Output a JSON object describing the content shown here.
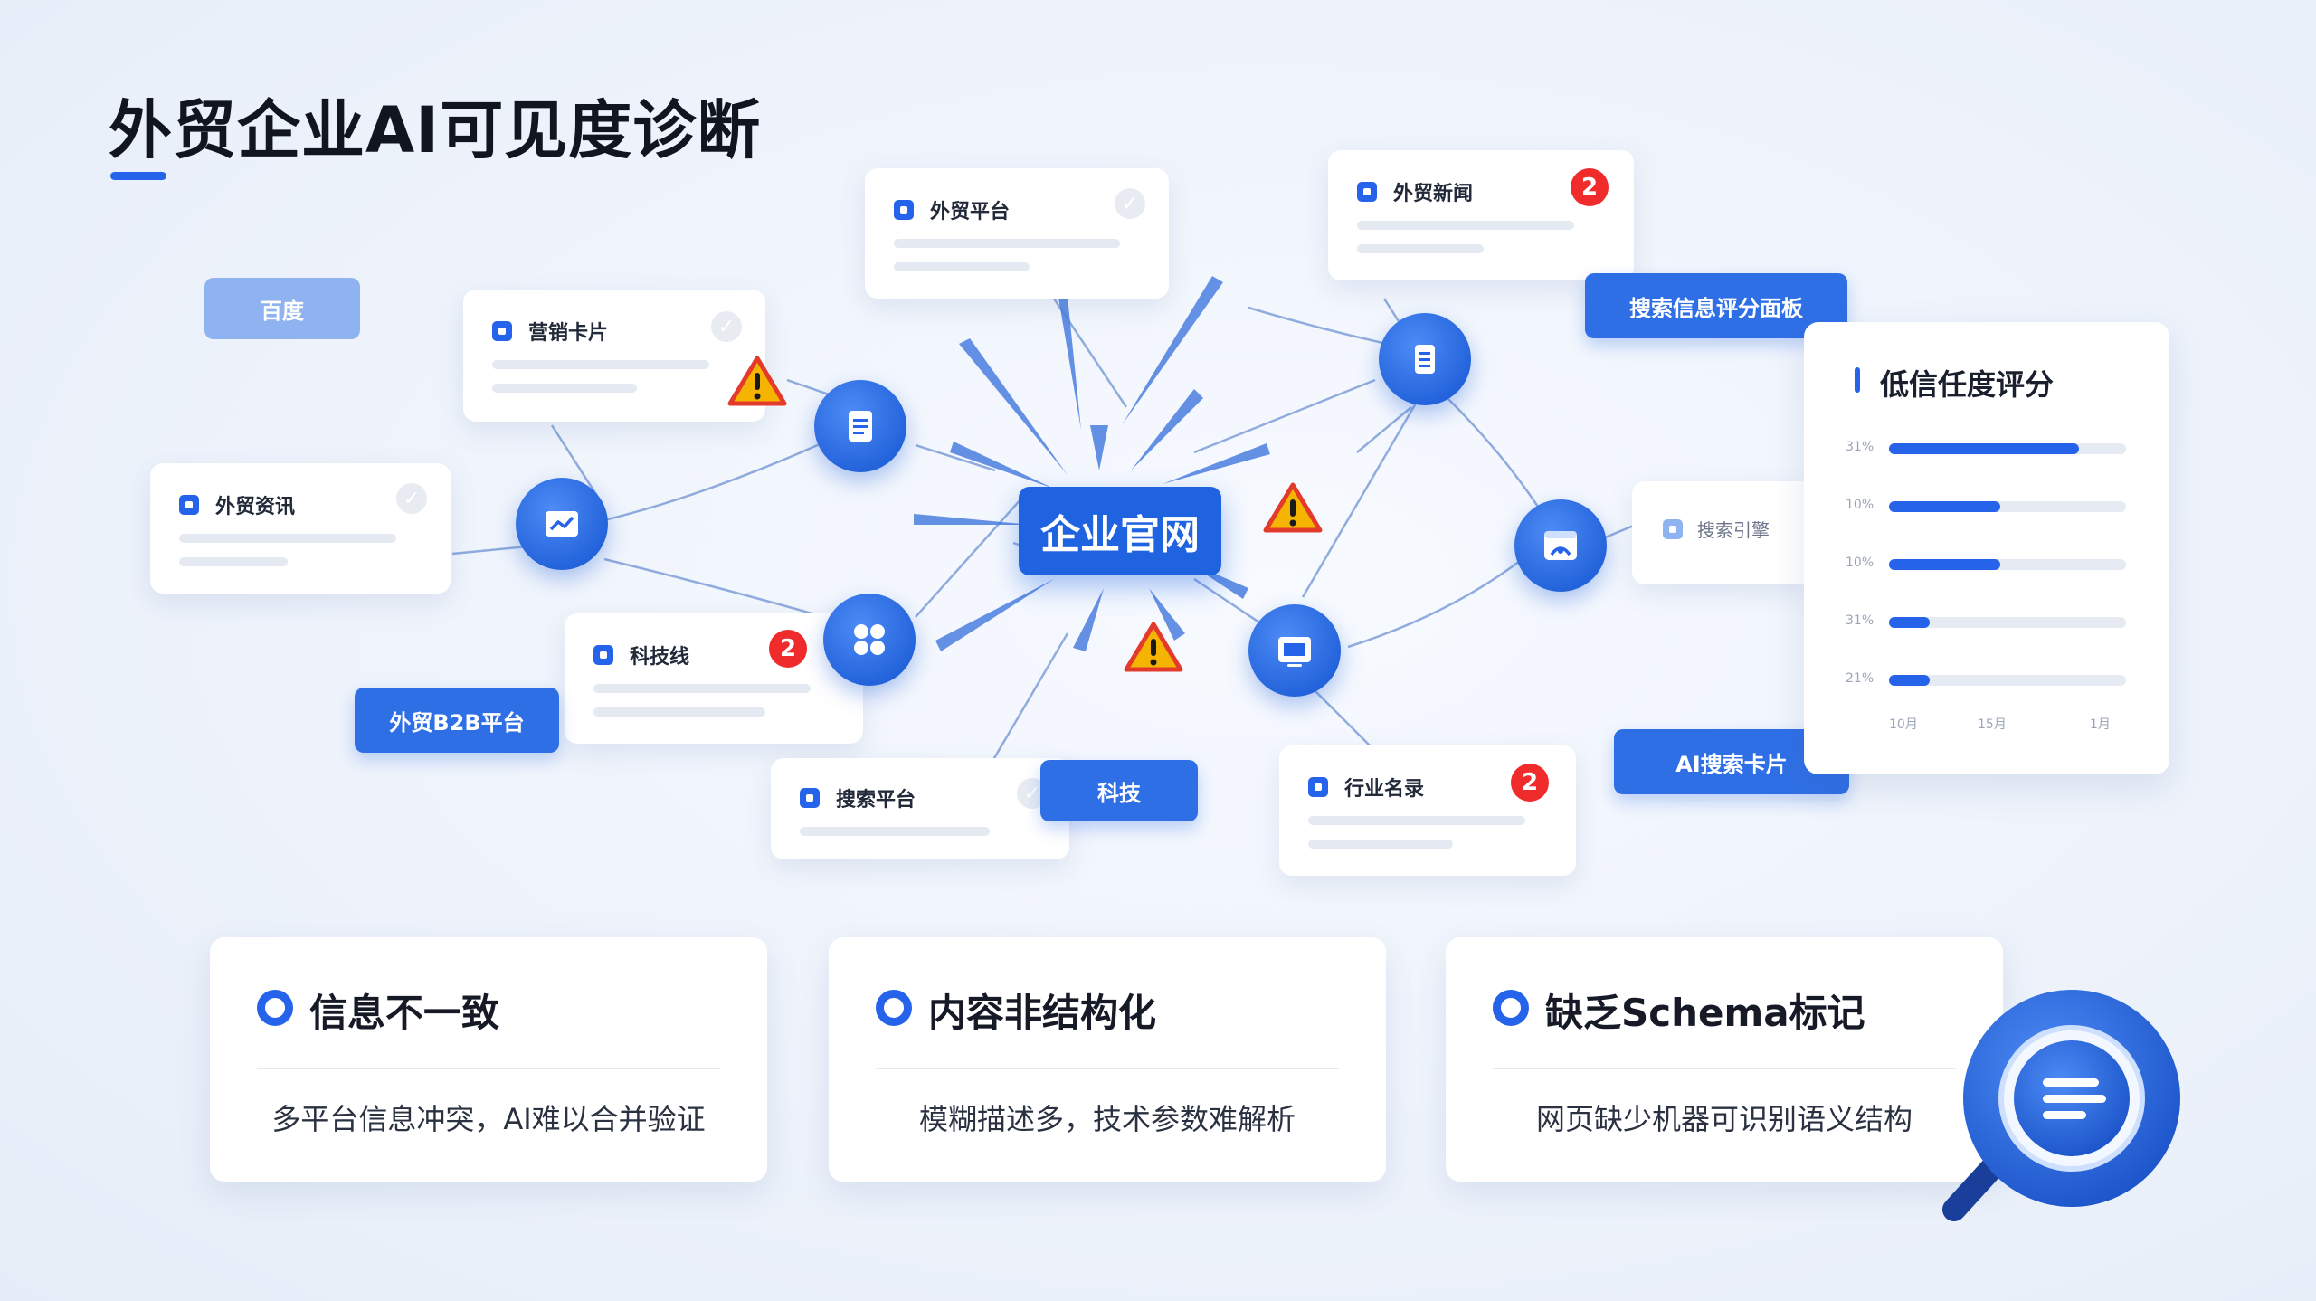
{
  "title": "外贸企业AI可见度诊断",
  "hub_label": "企业官网",
  "cards": [
    {
      "id": "card-trade-platform-top",
      "title": "外贸平台",
      "status": "check"
    },
    {
      "id": "card-trade-news",
      "title": "外贸新闻",
      "status": "badge",
      "badge": "2"
    },
    {
      "id": "card-product-card",
      "title": "营销卡片",
      "status": "check"
    },
    {
      "id": "card-trade-b2b",
      "title": "外贸资讯",
      "status": "check"
    },
    {
      "id": "card-tech-line",
      "title": "科技线",
      "status": "badge",
      "badge": "2"
    },
    {
      "id": "card-search-platform",
      "title": "搜索平台",
      "status": "check"
    },
    {
      "id": "card-industry-dir",
      "title": "行业名录",
      "status": "badge",
      "badge": "2"
    },
    {
      "id": "card-search-engine",
      "title": "搜索引擎",
      "status": "none"
    }
  ],
  "tags": {
    "baidu": "百度",
    "score_panel": "搜索信息评分面板",
    "b2b_platform": "外贸B2B平台",
    "tech": "科技",
    "ai_search_card": "AI搜索卡片"
  },
  "score_panel": {
    "title": "低信任度评分",
    "rows": [
      {
        "label": "31%",
        "value": 0.8
      },
      {
        "label": "10%",
        "value": 0.47
      },
      {
        "label": "10%",
        "value": 0.47
      },
      {
        "label": "31%",
        "value": 0.17
      },
      {
        "label": "21%",
        "value": 0.17
      }
    ],
    "x_labels": [
      "10月",
      "15月",
      "1月"
    ]
  },
  "issues": [
    {
      "title": "信息不一致",
      "desc": "多平台信息冲突，AI难以合并验证"
    },
    {
      "title": "内容非结构化",
      "desc": "模糊描述多，技术参数难解析"
    },
    {
      "title": "缺乏Schema标记",
      "desc": "网页缺少机器可识别语义结构"
    }
  ],
  "colors": {
    "accent": "#2563eb",
    "alert": "#ef2b2b",
    "warning": "#f5b400"
  },
  "icons": [
    "document-icon",
    "chart-icon",
    "grid-icon",
    "window-icon",
    "browser-icon",
    "list-icon",
    "warning-icon",
    "magnifier-icon"
  ]
}
